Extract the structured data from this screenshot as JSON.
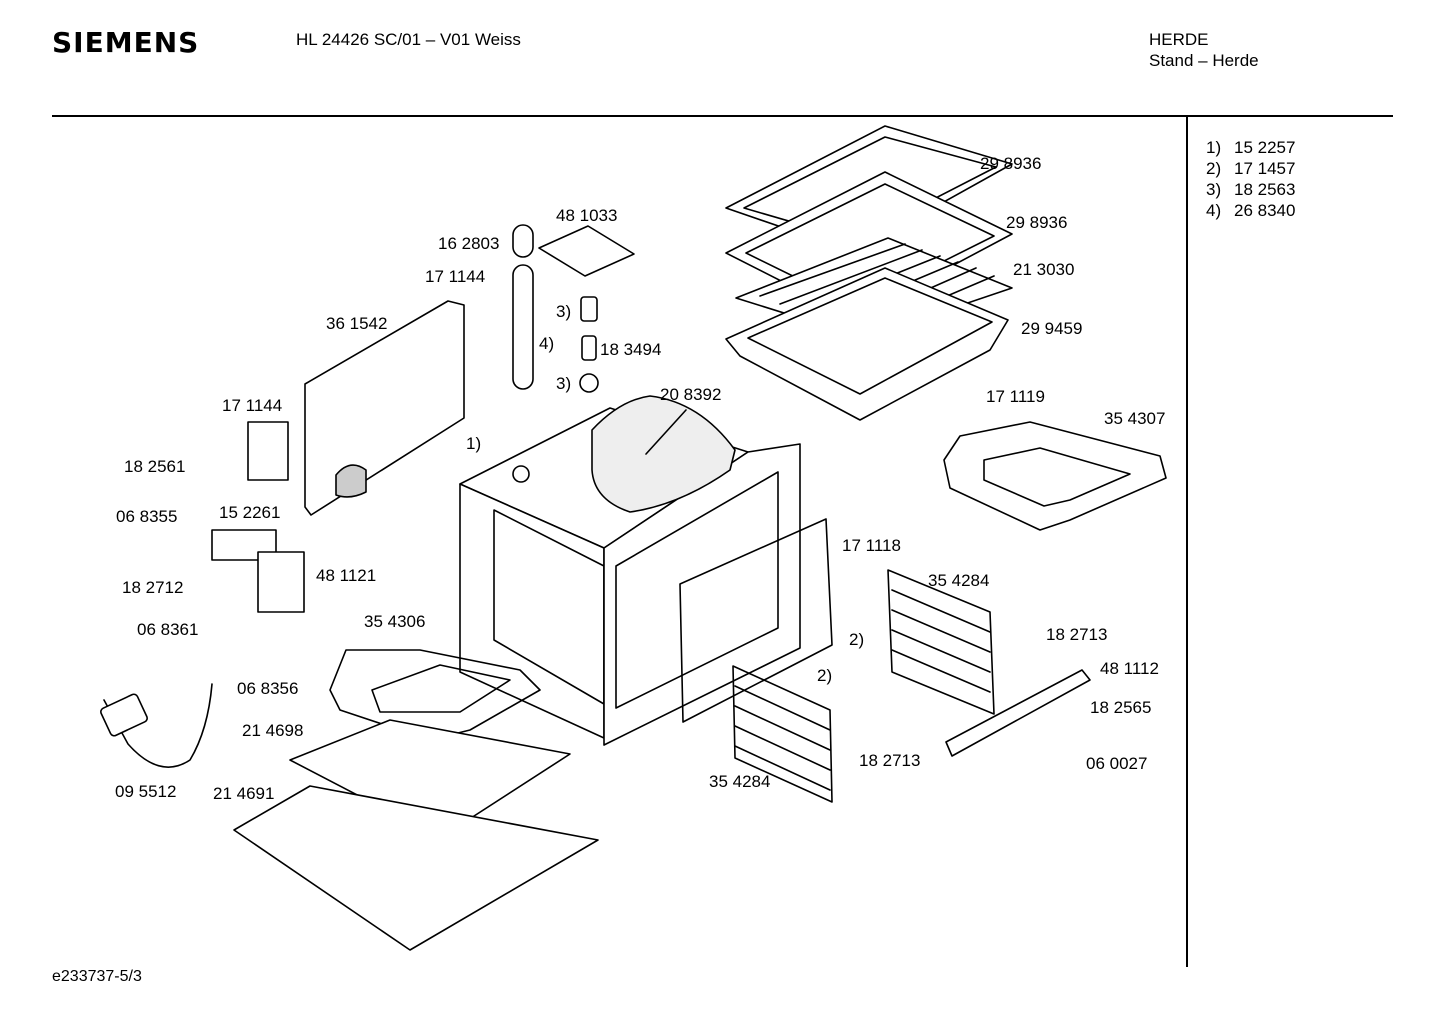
{
  "header": {
    "brand": "SIEMENS",
    "model": "HL 24426 SC/01 – V01 Weiss",
    "category": "HERDE",
    "subcategory": "Stand – Herde"
  },
  "footer": {
    "doc_id": "e233737-5/3"
  },
  "legend": [
    {
      "num": "1)",
      "part": "15 2257"
    },
    {
      "num": "2)",
      "part": "17 1457"
    },
    {
      "num": "3)",
      "part": "18 2563"
    },
    {
      "num": "4)",
      "part": "26 8340"
    }
  ],
  "labels": {
    "p298936a": "29 8936",
    "p298936b": "29 8936",
    "p213030": "21 3030",
    "p299459": "29 9459",
    "p481033": "48 1033",
    "p162803": "16 2803",
    "p171144a": "17 1144",
    "p361542": "36 1542",
    "ref3a": "3)",
    "ref4": "4)",
    "p183494": "18 3494",
    "ref3b": "3)",
    "p208392": "20 8392",
    "ref1": "1)",
    "p171144b": "17 1144",
    "p182561": "18 2561",
    "p068355": "06 8355",
    "p152261": "15 2261",
    "p182712": "18 2712",
    "p481121": "48 1121",
    "p068361": "06 8361",
    "p068356": "06 8356",
    "p354306": "35 4306",
    "p214698": "21 4698",
    "p095512": "09 5512",
    "p214691": "21 4691",
    "p171119": "17 1119",
    "p354307": "35 4307",
    "p171118": "17 1118",
    "p354284a": "35 4284",
    "ref2a": "2)",
    "p182713a": "18 2713",
    "p481112": "48 1112",
    "ref2b": "2)",
    "p182565": "18 2565",
    "p060027": "06 0027",
    "p182713b": "18 2713",
    "p354284b": "35 4284"
  }
}
